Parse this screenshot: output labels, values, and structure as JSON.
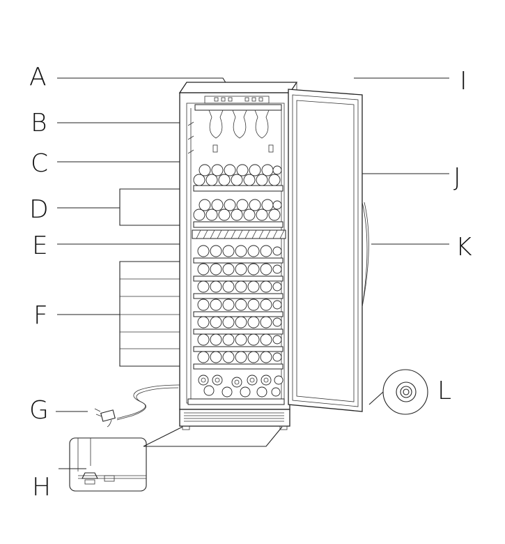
{
  "callouts": {
    "A": "A",
    "B": "B",
    "C": "C",
    "D": "D",
    "E": "E",
    "F": "F",
    "G": "G",
    "H": "H",
    "I": "I",
    "J": "J",
    "K": "K",
    "L": "L"
  }
}
